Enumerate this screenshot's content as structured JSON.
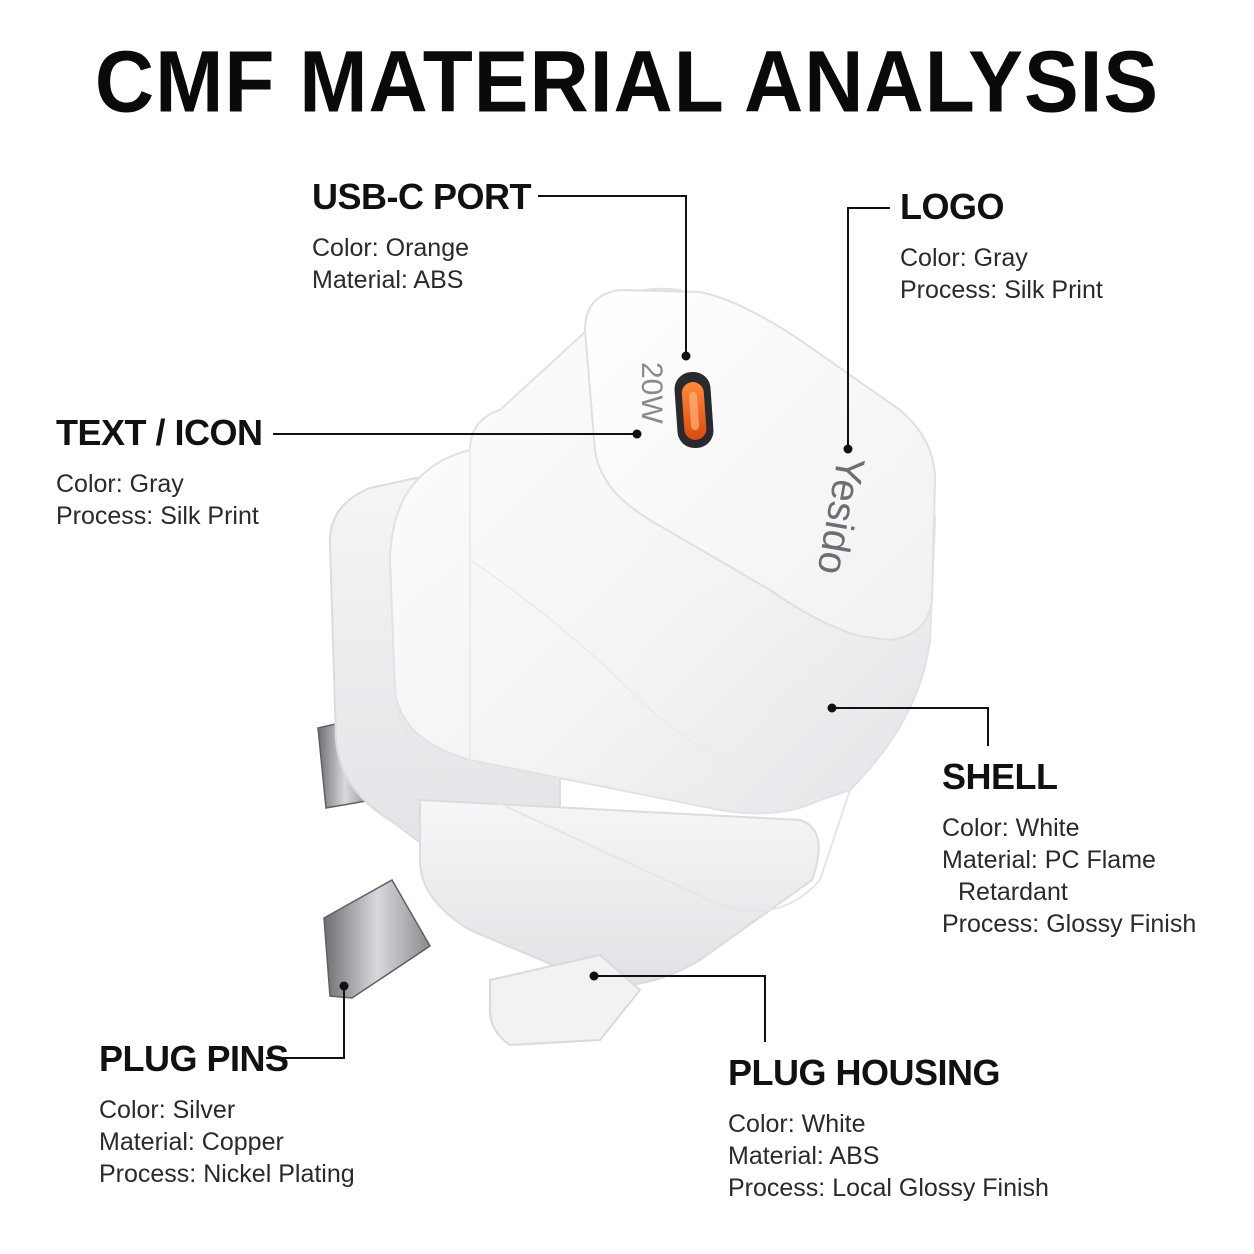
{
  "title": "CMF MATERIAL ANALYSIS",
  "product": {
    "brand_text": "Yesido",
    "port_label": "20W",
    "body_color": "#f3f3f5",
    "port_color": "#f0641e",
    "pin_color": "#9a9ca0"
  },
  "callouts": {
    "usb_c_port": {
      "heading": "USB-C PORT",
      "lines": [
        "Color: Orange",
        "Material: ABS"
      ]
    },
    "logo": {
      "heading": "LOGO",
      "lines": [
        "Color: Gray",
        "Process: Silk Print"
      ]
    },
    "text_icon": {
      "heading": "TEXT / ICON",
      "lines": [
        "Color: Gray",
        "Process: Silk Print"
      ]
    },
    "shell": {
      "heading": "SHELL",
      "lines": [
        "Color: White",
        "Material: PC Flame",
        "Retardant",
        "Process: Glossy Finish"
      ]
    },
    "plug_pins": {
      "heading": "PLUG PINS",
      "lines": [
        "Color: Silver",
        "Material: Copper",
        "Process: Nickel Plating"
      ]
    },
    "plug_housing": {
      "heading": "PLUG HOUSING",
      "lines": [
        "Color: White",
        "Material: ABS",
        "Process: Local Glossy Finish"
      ]
    }
  }
}
